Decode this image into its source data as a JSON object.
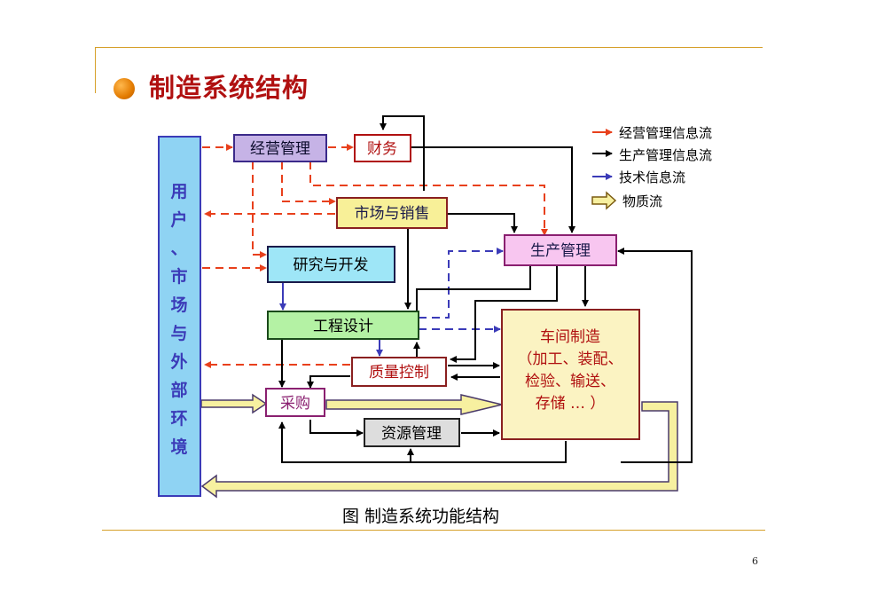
{
  "slide": {
    "title": "制造系统结构",
    "caption": "图    制造系统功能结构",
    "page_number": "6"
  },
  "boxes": {
    "env": "用户、市场与外部环境",
    "business": "经营管理",
    "finance": "财务",
    "market": "市场与销售",
    "production": "生产管理",
    "rnd": "研究与开发",
    "engineering": "工程设计",
    "quality": "质量控制",
    "purchase": "采购",
    "resource": "资源管理",
    "workshop_line1": "车间制造",
    "workshop_line2": "（加工、装配、",
    "workshop_line3": "检验、输送、",
    "workshop_line4": "存储 … ）"
  },
  "legend": [
    {
      "label": "经营管理信息流",
      "color": "#e8401c",
      "style": "dashed-arrow"
    },
    {
      "label": "生产管理信息流",
      "color": "#000000",
      "style": "solid-arrow"
    },
    {
      "label": "技术信息流",
      "color": "#3b3bb8",
      "style": "blue-arrow"
    },
    {
      "label": "物质流",
      "color": "#f5e88c",
      "style": "hollow-arrow"
    }
  ],
  "colors": {
    "business_flow": "#e8401c",
    "production_flow": "#000000",
    "tech_flow": "#3b3bb8",
    "material_flow_fill": "#f7f0a0",
    "title": "#b01010",
    "rule": "#d6a02a"
  }
}
